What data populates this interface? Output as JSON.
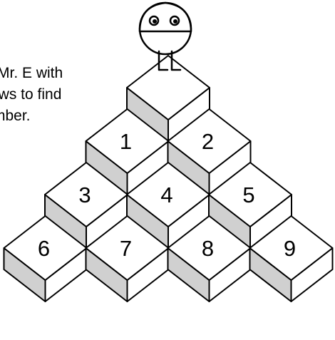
{
  "instructions": {
    "line1": "Mr. E with",
    "line2": "ows to find",
    "line3": "mber."
  },
  "cubes": [
    {
      "label": "",
      "row": 0,
      "col": 0
    },
    {
      "label": "1",
      "row": 1,
      "col": 0
    },
    {
      "label": "2",
      "row": 1,
      "col": 1
    },
    {
      "label": "3",
      "row": 2,
      "col": 0
    },
    {
      "label": "4",
      "row": 2,
      "col": 1
    },
    {
      "label": "5",
      "row": 2,
      "col": 2
    },
    {
      "label": "6",
      "row": 3,
      "col": 0
    },
    {
      "label": "7",
      "row": 3,
      "col": 1
    },
    {
      "label": "8",
      "row": 3,
      "col": 2
    },
    {
      "label": "9",
      "row": 3,
      "col": 3
    }
  ],
  "colors": {
    "stroke": "#000000",
    "face": "#ffffff",
    "shade": "#d0d0d0"
  },
  "character": {
    "name": "Mr. E"
  }
}
